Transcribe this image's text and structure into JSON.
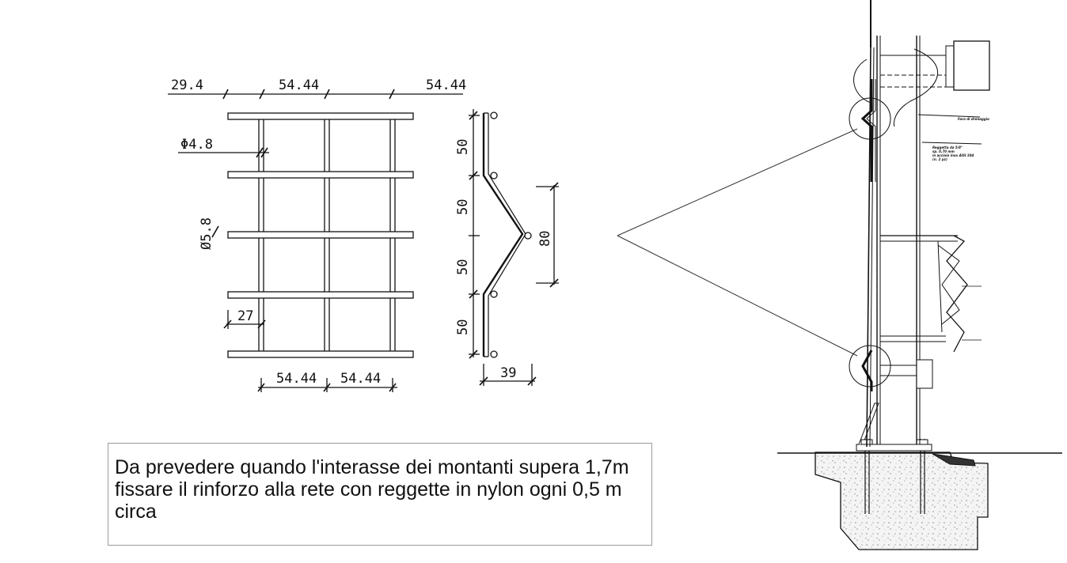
{
  "mesh_view": {
    "dims_top": [
      "29.4",
      "54.44",
      "54.44"
    ],
    "dim_wire": "Φ4.8",
    "dim_bar": "Ø5.8",
    "dim_side": "27",
    "dims_bottom": [
      "54.44",
      "54.44"
    ]
  },
  "profile_view": {
    "segments": [
      "50",
      "50",
      "50",
      "50"
    ],
    "depth": "80",
    "width": "39"
  },
  "post_view": {
    "label_1": "Foro di drenaggio",
    "label_2": [
      "Reggetta da 5/8\"",
      "sp. 0,70 mm",
      "in acciaio inox AISI 304",
      "(n. 2 pz)"
    ]
  },
  "note": {
    "lines": [
      "Da prevedere quando l'interasse dei montanti supera 1,7m",
      "fissare il rinforzo alla rete con reggette in nylon ogni 0,5 m",
      "circa"
    ]
  }
}
